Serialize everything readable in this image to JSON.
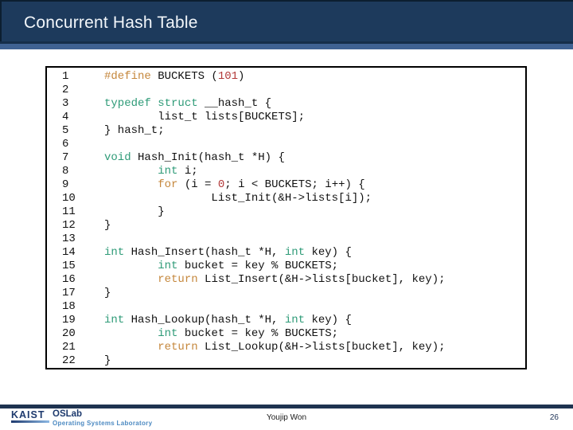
{
  "header": {
    "title": "Concurrent Hash Table"
  },
  "colors": {
    "header-bg": "#1d3a5c",
    "header-dark-line": "#152e4a",
    "header-strip": "#3f6292",
    "footer-rule": "#1e3350",
    "navy-text": "#1e3a6e",
    "subtitle-blue": "#4d8ac2",
    "tok-plain": "#111111",
    "tok-teal": "#2f9b78",
    "tok-orange": "#c5873c",
    "tok-red": "#b23939"
  },
  "code_panel": {
    "lines": [
      {
        "no": "1",
        "segments": [
          {
            "text": "#define",
            "color": "orange"
          },
          {
            "text": " BUCKETS (",
            "color": "plain"
          },
          {
            "text": "101",
            "color": "red"
          },
          {
            "text": ")",
            "color": "plain"
          }
        ]
      },
      {
        "no": "2",
        "segments": []
      },
      {
        "no": "3",
        "segments": [
          {
            "text": "typedef struct",
            "color": "teal"
          },
          {
            "text": " __hash_t {",
            "color": "plain"
          }
        ]
      },
      {
        "no": "4",
        "segments": [
          {
            "text": "        list_t lists[BUCKETS];",
            "color": "plain"
          }
        ]
      },
      {
        "no": "5",
        "segments": [
          {
            "text": "} hash_t;",
            "color": "plain"
          }
        ]
      },
      {
        "no": "6",
        "segments": []
      },
      {
        "no": "7",
        "segments": [
          {
            "text": "void",
            "color": "teal"
          },
          {
            "text": " Hash_Init(hash_t *H) {",
            "color": "plain"
          }
        ]
      },
      {
        "no": "8",
        "segments": [
          {
            "text": "        ",
            "color": "plain"
          },
          {
            "text": "int",
            "color": "teal"
          },
          {
            "text": " i;",
            "color": "plain"
          }
        ]
      },
      {
        "no": "9",
        "segments": [
          {
            "text": "        ",
            "color": "plain"
          },
          {
            "text": "for",
            "color": "orange"
          },
          {
            "text": " (i = ",
            "color": "plain"
          },
          {
            "text": "0",
            "color": "red"
          },
          {
            "text": "; i < BUCKETS; i++) {",
            "color": "plain"
          }
        ]
      },
      {
        "no": "10",
        "segments": [
          {
            "text": "                List_Init(&H->lists[i]);",
            "color": "plain"
          }
        ]
      },
      {
        "no": "11",
        "segments": [
          {
            "text": "        }",
            "color": "plain"
          }
        ]
      },
      {
        "no": "12",
        "segments": [
          {
            "text": "}",
            "color": "plain"
          }
        ]
      },
      {
        "no": "13",
        "segments": []
      },
      {
        "no": "14",
        "segments": [
          {
            "text": "int",
            "color": "teal"
          },
          {
            "text": " Hash_Insert(hash_t *H, ",
            "color": "plain"
          },
          {
            "text": "int",
            "color": "teal"
          },
          {
            "text": " key) {",
            "color": "plain"
          }
        ]
      },
      {
        "no": "15",
        "segments": [
          {
            "text": "        ",
            "color": "plain"
          },
          {
            "text": "int",
            "color": "teal"
          },
          {
            "text": " bucket = key % BUCKETS;",
            "color": "plain"
          }
        ]
      },
      {
        "no": "16",
        "segments": [
          {
            "text": "        ",
            "color": "plain"
          },
          {
            "text": "return",
            "color": "orange"
          },
          {
            "text": " List_Insert(&H->lists[bucket], key);",
            "color": "plain"
          }
        ]
      },
      {
        "no": "17",
        "segments": [
          {
            "text": "}",
            "color": "plain"
          }
        ]
      },
      {
        "no": "18",
        "segments": []
      },
      {
        "no": "19",
        "segments": [
          {
            "text": "int",
            "color": "teal"
          },
          {
            "text": " Hash_Lookup(hash_t *H, ",
            "color": "plain"
          },
          {
            "text": "int",
            "color": "teal"
          },
          {
            "text": " key) {",
            "color": "plain"
          }
        ]
      },
      {
        "no": "20",
        "segments": [
          {
            "text": "        ",
            "color": "plain"
          },
          {
            "text": "int",
            "color": "teal"
          },
          {
            "text": " bucket = key % BUCKETS;",
            "color": "plain"
          }
        ]
      },
      {
        "no": "21",
        "segments": [
          {
            "text": "        ",
            "color": "plain"
          },
          {
            "text": "return",
            "color": "orange"
          },
          {
            "text": " List_Lookup(&H->lists[bucket], key);",
            "color": "plain"
          }
        ]
      },
      {
        "no": "22",
        "segments": [
          {
            "text": "}",
            "color": "plain"
          }
        ]
      }
    ]
  },
  "footer": {
    "kaist": "KAIST",
    "oslab": "OSLab",
    "oslab_sub": "Operating Systems Laboratory",
    "author": "Youjip Won",
    "page": "26"
  }
}
